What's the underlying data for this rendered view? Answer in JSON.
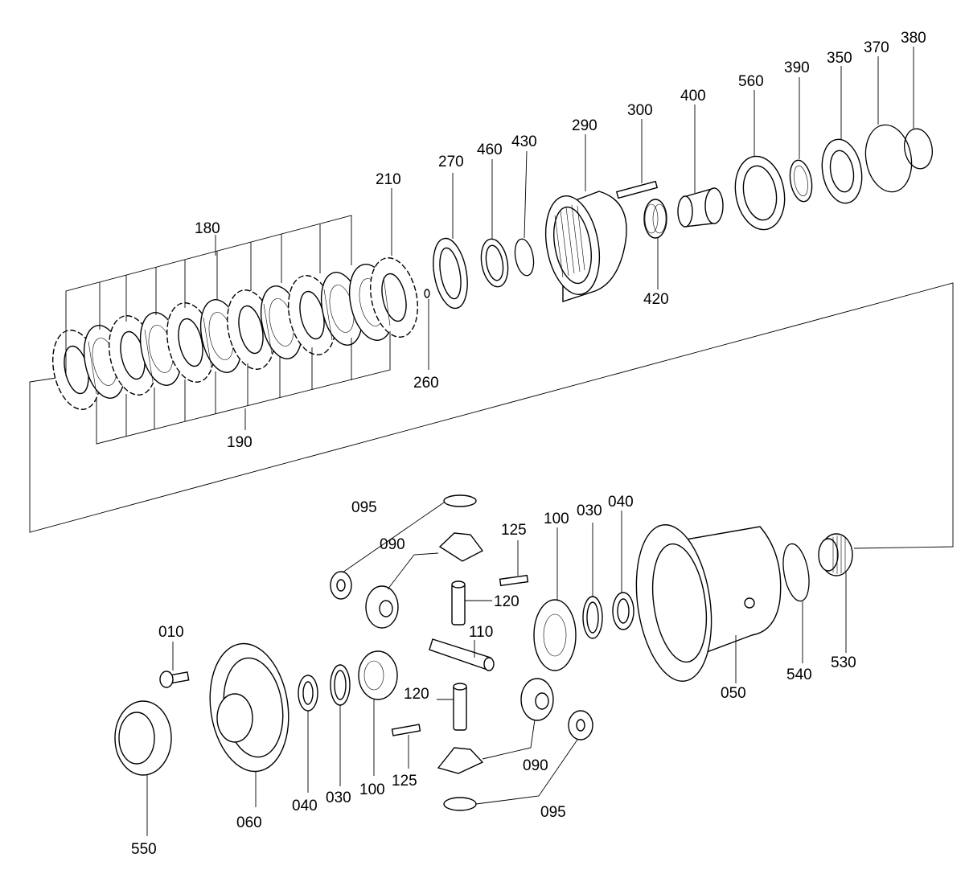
{
  "diagram": {
    "labels": {
      "p010": "010",
      "p030a": "030",
      "p030b": "030",
      "p040a": "040",
      "p040b": "040",
      "p050": "050",
      "p060": "060",
      "p090a": "090",
      "p090b": "090",
      "p095a": "095",
      "p095b": "095",
      "p100a": "100",
      "p100b": "100",
      "p110": "110",
      "p120a": "120",
      "p120b": "120",
      "p125a": "125",
      "p125b": "125",
      "p180": "180",
      "p190": "190",
      "p210": "210",
      "p260": "260",
      "p270": "270",
      "p290": "290",
      "p300": "300",
      "p350": "350",
      "p370": "370",
      "p380": "380",
      "p390": "390",
      "p400": "400",
      "p420": "420",
      "p430": "430",
      "p460": "460",
      "p530": "530",
      "p540": "540",
      "p550": "550",
      "p560": "560"
    }
  }
}
